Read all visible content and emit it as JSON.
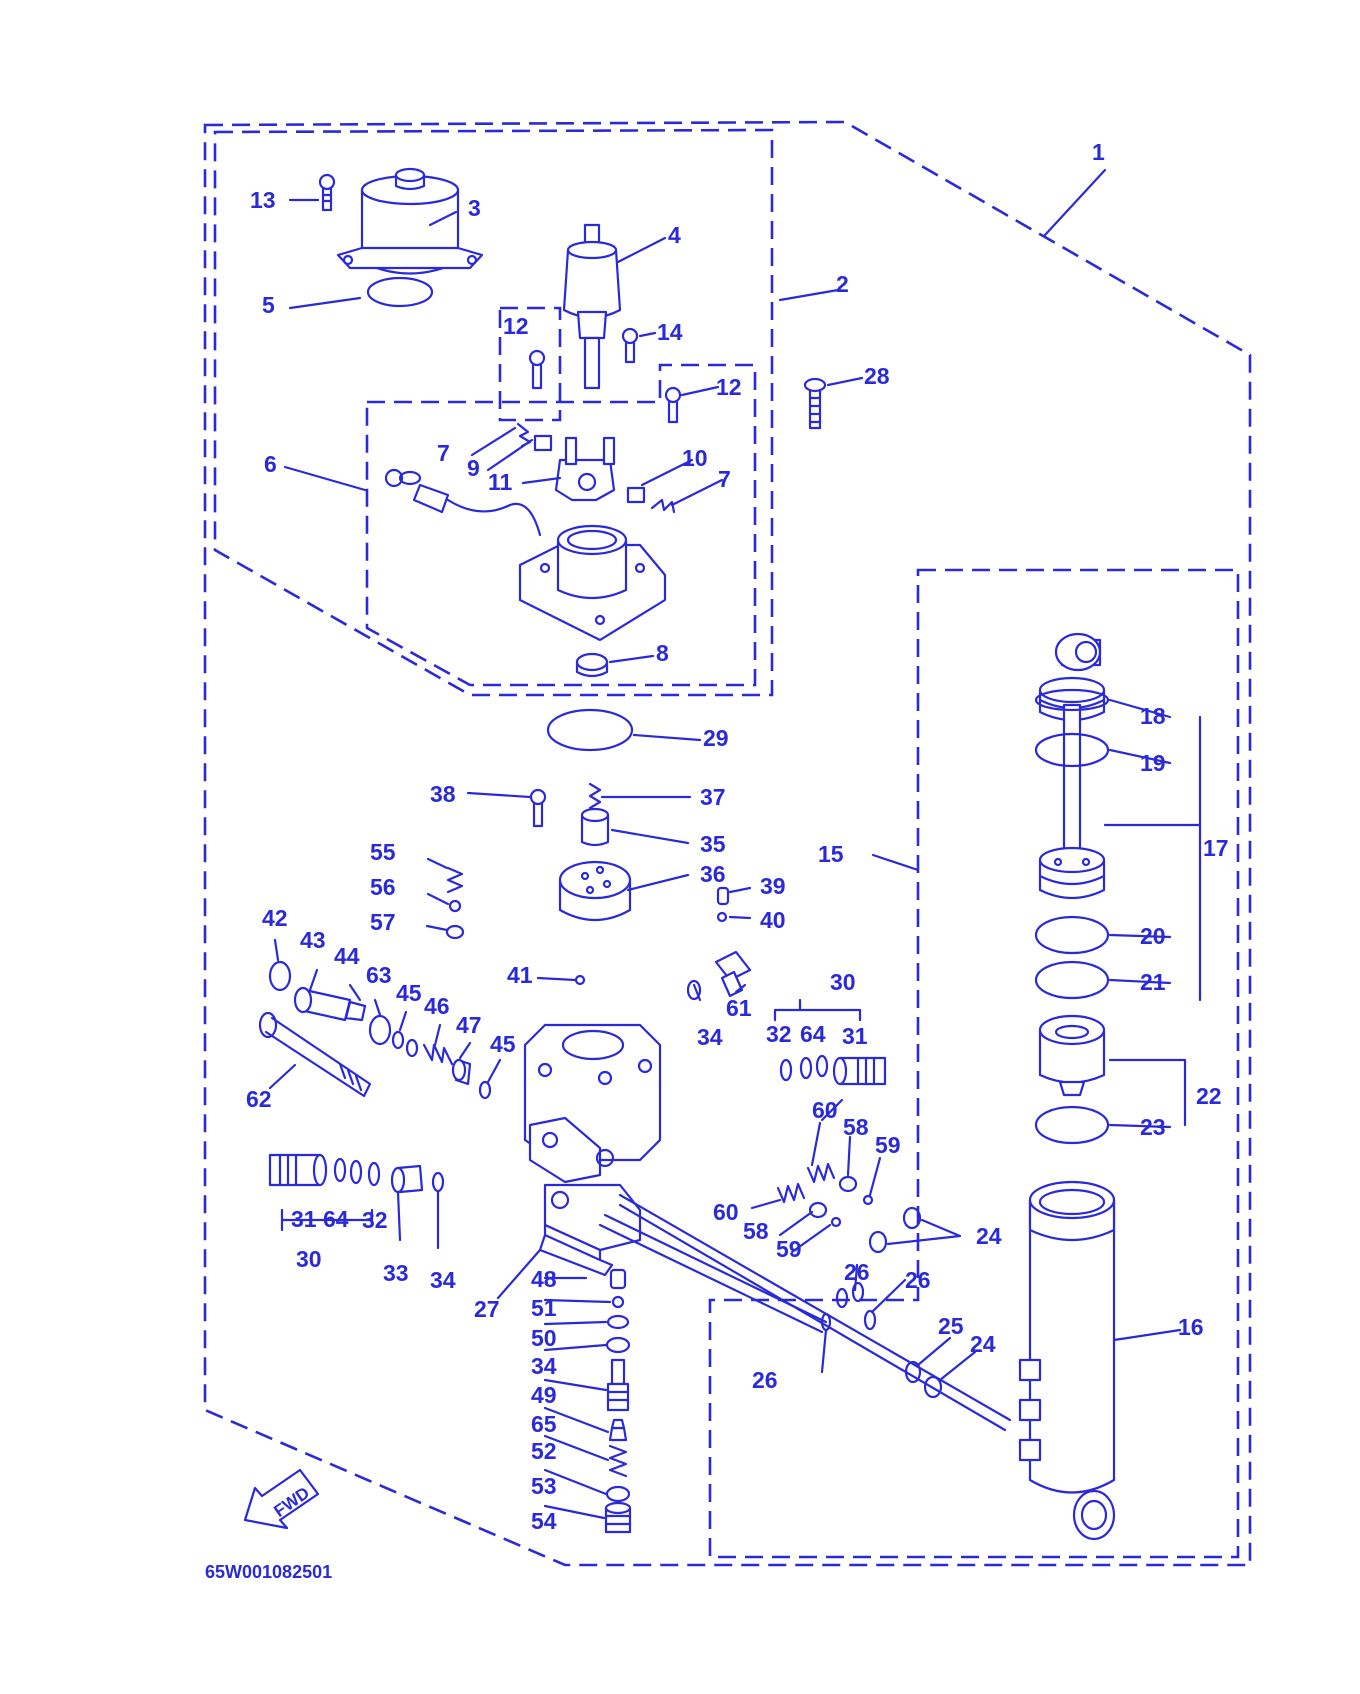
{
  "diagram_code": "65W001082501",
  "fwd_label": "FWD",
  "ink_color": "#2a2ad8",
  "parts": {
    "p1": "1",
    "p2": "2",
    "p3": "3",
    "p4": "4",
    "p5": "5",
    "p6": "6",
    "p7a": "7",
    "p7b": "7",
    "p8": "8",
    "p9": "9",
    "p10": "10",
    "p11": "11",
    "p12a": "12",
    "p12b": "12",
    "p13": "13",
    "p14": "14",
    "p15": "15",
    "p16": "16",
    "p17": "17",
    "p18": "18",
    "p19": "19",
    "p20": "20",
    "p21": "21",
    "p22": "22",
    "p23": "23",
    "p24a": "24",
    "p24b": "24",
    "p25": "25",
    "p26a": "26",
    "p26b": "26",
    "p26c": "26",
    "p27": "27",
    "p28": "28",
    "p29": "29",
    "p30a": "30",
    "p30b": "30",
    "p31a": "31",
    "p31b": "31",
    "p32a": "32",
    "p32b": "32",
    "p33": "33",
    "p34a": "34",
    "p34b": "34",
    "p34c": "34",
    "p35": "35",
    "p36": "36",
    "p37": "37",
    "p38": "38",
    "p39": "39",
    "p40": "40",
    "p41": "41",
    "p42": "42",
    "p43": "43",
    "p44": "44",
    "p45a": "45",
    "p45b": "45",
    "p46": "46",
    "p47": "47",
    "p48": "48",
    "p49": "49",
    "p50": "50",
    "p51": "51",
    "p52": "52",
    "p53": "53",
    "p54": "54",
    "p55": "55",
    "p56": "56",
    "p57": "57",
    "p58a": "58",
    "p58b": "58",
    "p59a": "59",
    "p59b": "59",
    "p60a": "60",
    "p60b": "60",
    "p61": "61",
    "p62": "62",
    "p63": "63",
    "p64a": "64",
    "p64b": "64",
    "p65": "65"
  }
}
